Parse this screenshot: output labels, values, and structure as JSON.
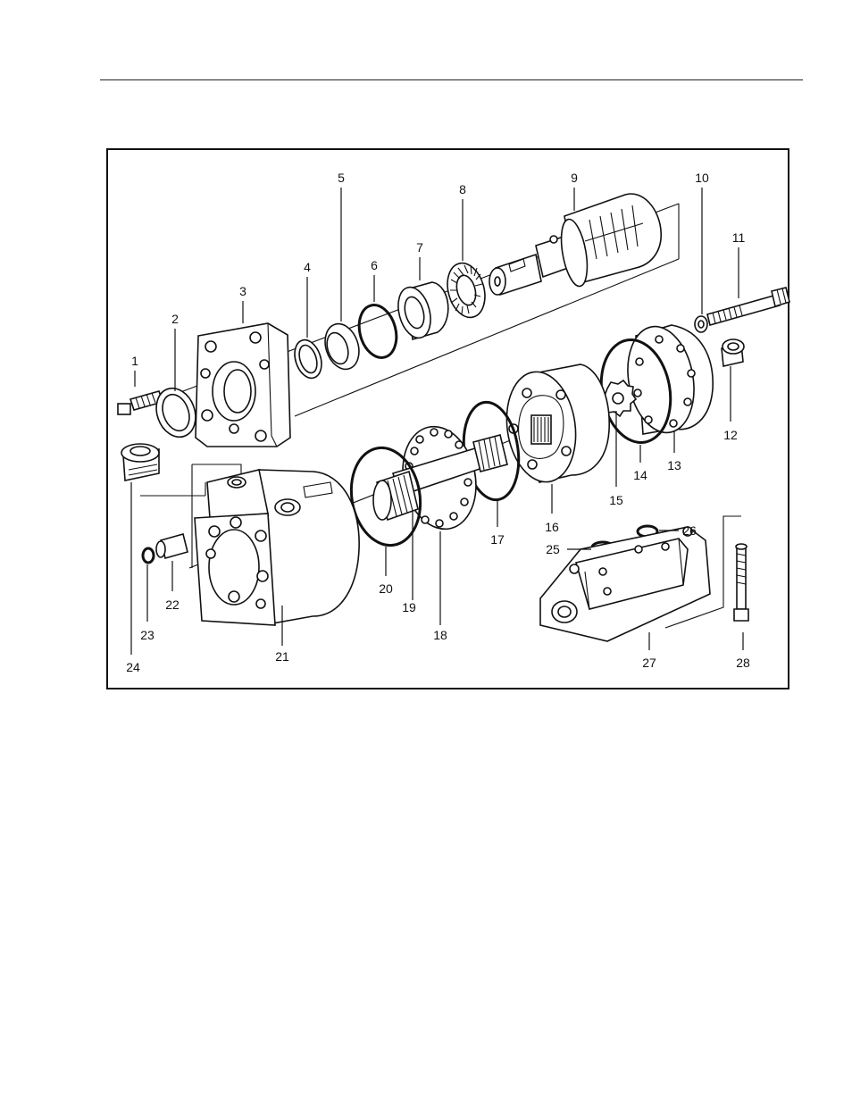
{
  "figure": {
    "callouts": [
      {
        "n": "1"
      },
      {
        "n": "2"
      },
      {
        "n": "3"
      },
      {
        "n": "4"
      },
      {
        "n": "5"
      },
      {
        "n": "6"
      },
      {
        "n": "7"
      },
      {
        "n": "8"
      },
      {
        "n": "9"
      },
      {
        "n": "10"
      },
      {
        "n": "11"
      },
      {
        "n": "12"
      },
      {
        "n": "13"
      },
      {
        "n": "14"
      },
      {
        "n": "15"
      },
      {
        "n": "16"
      },
      {
        "n": "17"
      },
      {
        "n": "18"
      },
      {
        "n": "19"
      },
      {
        "n": "20"
      },
      {
        "n": "21"
      },
      {
        "n": "22"
      },
      {
        "n": "23"
      },
      {
        "n": "24"
      },
      {
        "n": "25"
      },
      {
        "n": "26"
      },
      {
        "n": "27"
      },
      {
        "n": "28"
      }
    ]
  }
}
